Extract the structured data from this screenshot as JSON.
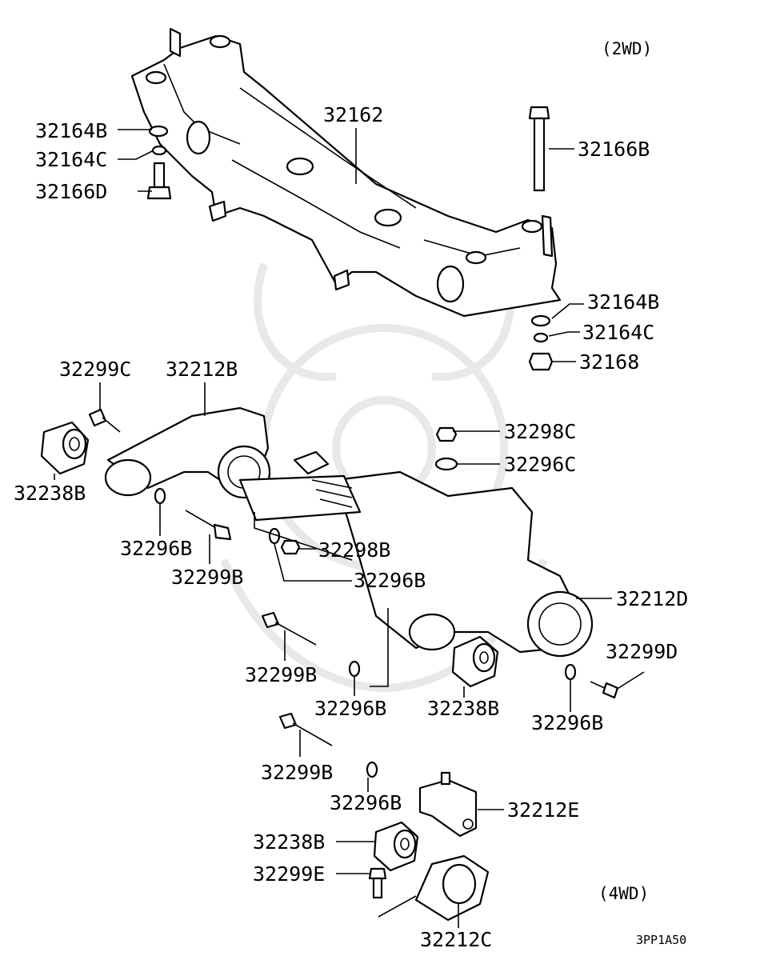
{
  "diagram": {
    "variant_2wd": "(2WD)",
    "variant_4wd": "(4WD)",
    "drawing_code": "3PP1A50",
    "callouts": [
      {
        "id": "c1",
        "text": "32162"
      },
      {
        "id": "c2",
        "text": "32164B"
      },
      {
        "id": "c3",
        "text": "32164C"
      },
      {
        "id": "c4",
        "text": "32166D"
      },
      {
        "id": "c5",
        "text": "32166B"
      },
      {
        "id": "c6",
        "text": "32164B"
      },
      {
        "id": "c7",
        "text": "32164C"
      },
      {
        "id": "c8",
        "text": "32168"
      },
      {
        "id": "c9",
        "text": "32299C"
      },
      {
        "id": "c10",
        "text": "32212B"
      },
      {
        "id": "c11",
        "text": "32238B"
      },
      {
        "id": "c12",
        "text": "32298C"
      },
      {
        "id": "c13",
        "text": "32296C"
      },
      {
        "id": "c14",
        "text": "32296B"
      },
      {
        "id": "c15",
        "text": "32299B"
      },
      {
        "id": "c16",
        "text": "32298B"
      },
      {
        "id": "c17",
        "text": "32296B"
      },
      {
        "id": "c18",
        "text": "32212D"
      },
      {
        "id": "c19",
        "text": "32299D"
      },
      {
        "id": "c20",
        "text": "32299B"
      },
      {
        "id": "c21",
        "text": "32296B"
      },
      {
        "id": "c22",
        "text": "32238B"
      },
      {
        "id": "c23",
        "text": "32296B"
      },
      {
        "id": "c24",
        "text": "32299B"
      },
      {
        "id": "c25",
        "text": "32296B"
      },
      {
        "id": "c26",
        "text": "32212E"
      },
      {
        "id": "c27",
        "text": "32238B"
      },
      {
        "id": "c28",
        "text": "32299E"
      },
      {
        "id": "c29",
        "text": "32212C"
      }
    ]
  }
}
